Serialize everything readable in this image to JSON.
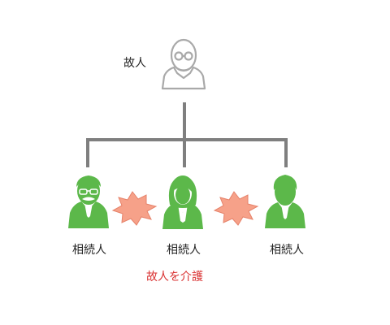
{
  "deceased": {
    "label": "故人",
    "icon": "elderly-person-with-glasses-icon",
    "color": "#a9a9a9"
  },
  "heirs": [
    {
      "label": "相続人",
      "icon": "man-with-glasses-and-mustache-icon"
    },
    {
      "label": "相続人",
      "icon": "woman-icon"
    },
    {
      "label": "相続人",
      "icon": "man-icon"
    }
  ],
  "conflicts": [
    {
      "between": [
        1,
        2
      ],
      "icon": "conflict-burst-icon"
    },
    {
      "between": [
        2,
        3
      ],
      "icon": "conflict-burst-icon"
    }
  ],
  "caption": {
    "text": "故人を介護",
    "color": "#d93030"
  },
  "colors": {
    "heir": "#5cb84a",
    "line": "#7f7f7f",
    "burst": "#f6a189",
    "burst_stroke": "#e6826a"
  }
}
